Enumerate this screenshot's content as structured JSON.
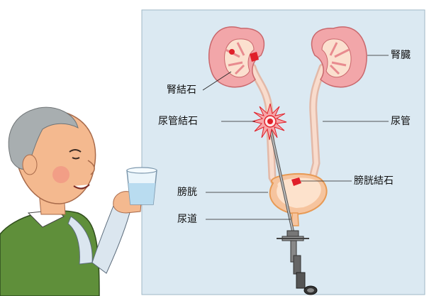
{
  "labels": {
    "kidney": "腎臓",
    "kidney_stone": "腎結石",
    "ureter_stone": "尿管結石",
    "ureter": "尿管",
    "bladder": "膀胱",
    "bladder_stone": "膀胱結石",
    "urethra": "尿道"
  },
  "colors": {
    "panel": "#dbe9f2",
    "panel_border": "#9fb7c6",
    "kidney_outer": "#f2a6a9",
    "kidney_inner": "#fbe0cf",
    "stone_red": "#e0202a",
    "bladder_fill": "#f6c49e",
    "bladder_rim": "#e79a55",
    "shirt": "#5f8f3a",
    "skin": "#f4b98f"
  },
  "icons": [
    "kidney-icon",
    "bladder-icon",
    "stone-burst-icon",
    "endoscope-icon",
    "glass-of-water-icon",
    "man-illustration"
  ]
}
